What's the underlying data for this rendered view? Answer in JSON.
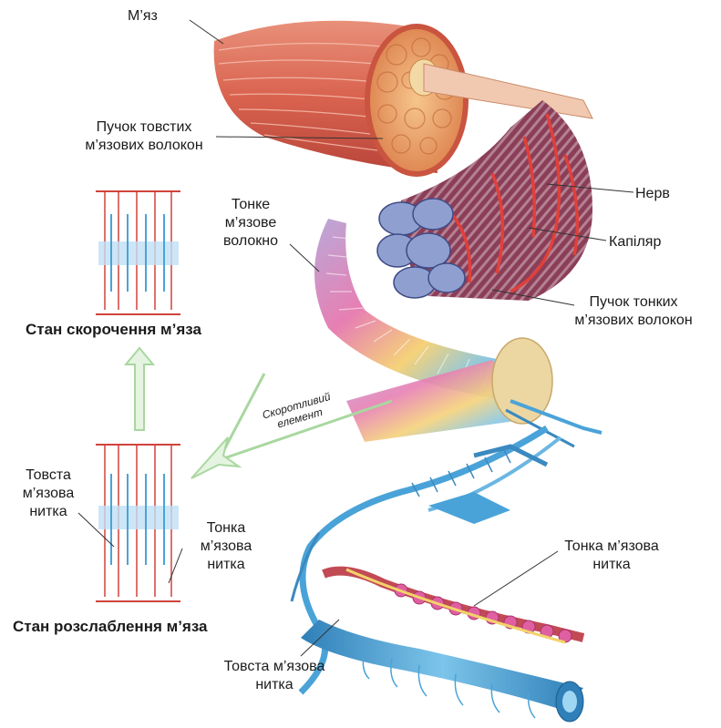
{
  "labels": {
    "muscle": "М’яз",
    "thick_bundle": [
      "Пучок товстих",
      "м’язових волокон"
    ],
    "thin_fiber": [
      "Тонке",
      "м’язове",
      "волокно"
    ],
    "nerve": "Нерв",
    "capillary": "Капіляр",
    "thin_bundle": [
      "Пучок тонких",
      "м’язових волокон"
    ],
    "contraction_state": "Стан скорочення м’яза",
    "contractile_element": [
      "Скоротливий",
      "елемент"
    ],
    "thick_filament_left": [
      "Товста",
      "м’язова",
      "нитка"
    ],
    "thin_filament_left": [
      "Тонка",
      "м’язова",
      "нитка"
    ],
    "relaxation_state": "Стан розслаблення м’яза",
    "thin_filament_right": [
      "Тонка м’язова",
      "нитка"
    ],
    "thick_filament_bottom": [
      "Товста м’язова",
      "нитка"
    ]
  },
  "colors": {
    "muscle_red": "#d9634f",
    "muscle_light": "#f0a98e",
    "fiber_pink": "#e77fb3",
    "fiber_blue": "#86c7e6",
    "filament_blue": "#4aa3d8",
    "filament_red": "#d0433c",
    "arrow_green": "#a9d7a0"
  }
}
